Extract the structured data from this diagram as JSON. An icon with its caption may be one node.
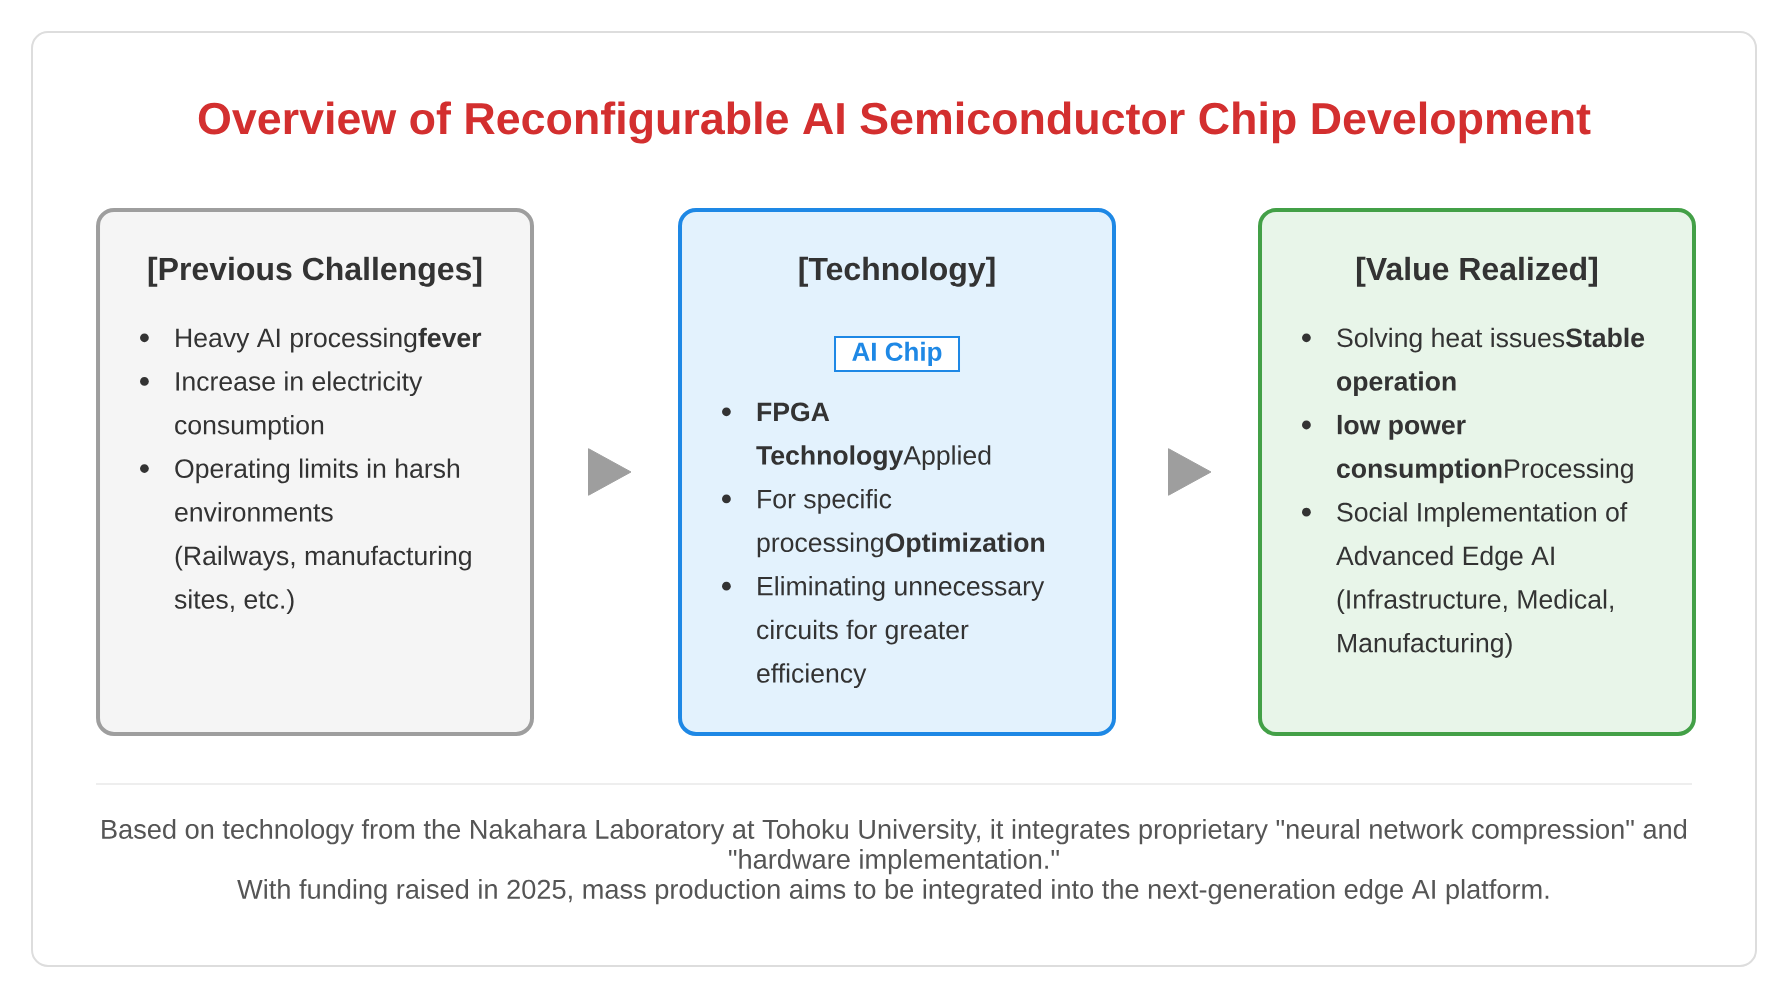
{
  "diagram": {
    "title": "Overview of Reconfigurable AI Semiconductor Chip Development",
    "nodes": [
      {
        "text": [
          "[Previous Challenges]",
          "Heavy AI processing**fever**",
          "Increase in electricity consumption",
          "Operating limits in harsh environments",
          "(Railways, manufacturing sites, etc.)"
        ]
      },
      {
        "text": [
          "[Technology]",
          "**FPGA Technology**Applied",
          "For specific processing**Optimization**",
          "Eliminating unnecessary circuits for greater efficiency"
        ]
      },
      {
        "text": [
          "AI Chip"
        ],
        "in": 1
      },
      {
        "text": [
          "[Value Realized]",
          "Solving heat issues**Stable operation**",
          "**low power consumption**Processing",
          "Social Implementation of Advanced Edge AI",
          "(Infrastructure, Medical, Manufacturing)"
        ]
      }
    ],
    "edges": [
      {
        "from": 0,
        "to": 1,
        "arrow": "to"
      },
      {
        "from": 1,
        "to": 3,
        "arrow": "to"
      }
    ],
    "labels": [
      "Based on technology from the Nakahara Laboratory at Tohoku University, it integrates proprietary \"neural network compression\" and \"hardware implementation.\"",
      "With funding raised in 2025, mass production aims to be integrated into the next-generation edge AI platform."
    ]
  }
}
